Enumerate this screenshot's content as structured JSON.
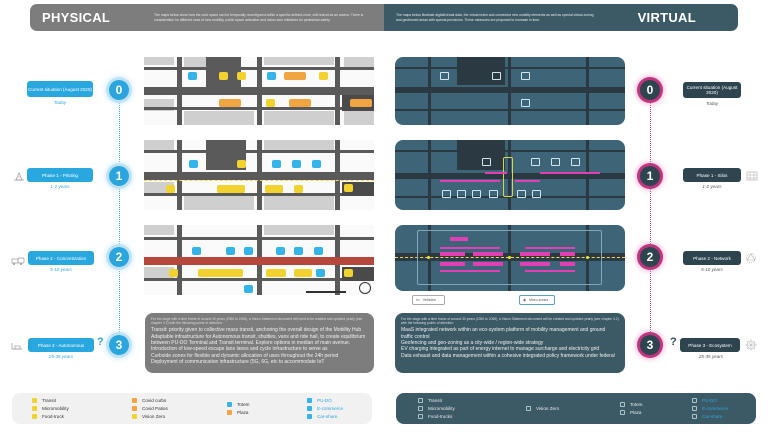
{
  "header": {
    "physical": {
      "title": "PHYSICAL",
      "description": "The maps below show how the curb space can be temporally reconfigured within a specific defined zone, with transit as an anchor. There is consideration for different uses of new mobility, public space activation and vision zero initiatives for pedestrian safety."
    },
    "virtual": {
      "title": "VIRTUAL",
      "description": "The maps below illustrate digital/virtual data, the virtual realm and connected new mobility elements as well as special virtual zoning and geofenced areas with special provisions. These measures are proposed to increase in time."
    }
  },
  "physical_phases": [
    {
      "step": "0",
      "label": "Current situation (August 2020)",
      "timeframe": "Today",
      "icon": "none"
    },
    {
      "step": "1",
      "label": "Phase 1 - Piloting",
      "timeframe": "1-2 years",
      "icon": "traffic-cone-icon"
    },
    {
      "step": "2",
      "label": "Phase 2 - Concretization",
      "timeframe": "5-10 years",
      "icon": "vehicles-icon"
    },
    {
      "step": "3",
      "label": "Phase 3 - Autonomous",
      "timeframe": "25-35 years",
      "icon": "autonomous-vehicle-icon",
      "question": "?"
    }
  ],
  "virtual_phases": [
    {
      "step": "0",
      "label": "Current situation (August 2020)",
      "timeframe": "Today",
      "icon": "none"
    },
    {
      "step": "1",
      "label": "Phase 1 - Silos",
      "timeframe": "1-2 years",
      "icon": "silos-icon"
    },
    {
      "step": "2",
      "label": "Phase 2 - Network",
      "timeframe": "5-10 years",
      "icon": "network-icon"
    },
    {
      "step": "3",
      "label": "Phase 3 - Ecosystem",
      "timeframe": "25-35 years",
      "icon": "ecosystem-icon",
      "question": "?"
    }
  ],
  "physical_text": {
    "intro": "For the stage with a time frame of around 30 years (2050 to 2055), a Vision Statement document will need to be created and updated yearly (see chapter 3.2) with the following points of attention:",
    "lines": [
      "Transit: priority given to collective mass transit, anchoring the overall design of the Mobility Hub",
      "Adaptable infrastructure for Autonomous transit, shuttles, vans and ride hail, to create equilibrium",
      "between PU-DO Terminal and Transit terminal. Explore options in median of main avenue.",
      "Introduction of low-speed escape lane lanes and cycle infrastructure to serve as",
      "Curbside zones for flexible and dynamic allocation of uses throughout the 24h period",
      "Deployment of communication infrastructure (5G, 6G, etc to accommodate IoT"
    ]
  },
  "virtual_text": {
    "intro": "For the stage with a time frame of around 30 years (2050 to 2055), a Vision Statement document will be created and updated yearly (see chapter 3.2) with the following points of attention:",
    "lines": [
      "MaaS integrated network within an eco-system platform of mobility management and ground",
      "traffic control",
      "Geofencing and geo-zoning as a city-wide / region-wide strategy",
      "EV charging integrated as part of energy internet to manage surcharge and electricity grid",
      "Data exhaust and data management within a cohesive integrated policy framework under federal"
    ]
  },
  "map_annotations": {
    "virtual_badge_left": "Vehicles",
    "virtual_badge_center": "Micro-zones"
  },
  "physical_legend": {
    "col1": [
      "Transit",
      "Micromobility",
      "Food-truck"
    ],
    "col2": [
      "Covid curbs",
      "Covid Patios",
      "Vision Zero"
    ],
    "col3": [
      "Totem",
      "Plaza"
    ],
    "col4": [
      "PU-DO",
      "E-commerce",
      "Car-share"
    ]
  },
  "virtual_legend": {
    "col1": [
      "Transit",
      "Micromobility",
      "Food-trucks"
    ],
    "col2": [
      "Vision Zero"
    ],
    "col3": [
      "Totem",
      "Plaza"
    ],
    "col4": [
      "PU-DO",
      "E-commerce",
      "Car-share"
    ]
  },
  "colors": {
    "physical_accent": "#29a8e0",
    "virtual_accent": "#c2347f",
    "physical_banner": "#7d7d7d",
    "virtual_banner": "#3c5a66",
    "yellow_tag": "#f2d22e",
    "orange_tag": "#f0a540",
    "blue_tag": "#34b4ea"
  }
}
